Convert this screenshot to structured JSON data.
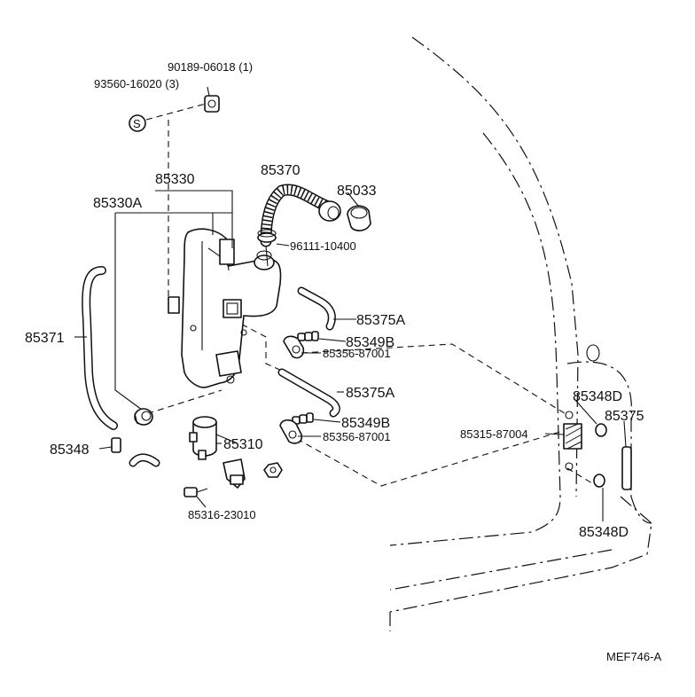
{
  "diagram": {
    "code": "MEF746-A",
    "labels": {
      "p90189": "90189-06018 (1)",
      "p93560": "93560-16020 (3)",
      "p85330": "85330",
      "p85330A": "85330A",
      "p85370": "85370",
      "p85033": "85033",
      "p96111": "96111-10400",
      "p85375A_1": "85375A",
      "p85349B_1": "85349B",
      "p85356_1": "85356-87001",
      "p85371": "85371",
      "p85375A_2": "85375A",
      "p85349B_2": "85349B",
      "p85356_2": "85356-87001",
      "p85348": "85348",
      "p85310": "85310",
      "p85316": "85316-23010",
      "p85348D_1": "85348D",
      "p85375": "85375",
      "p85315": "85315-87004",
      "p85348D_2": "85348D"
    }
  }
}
